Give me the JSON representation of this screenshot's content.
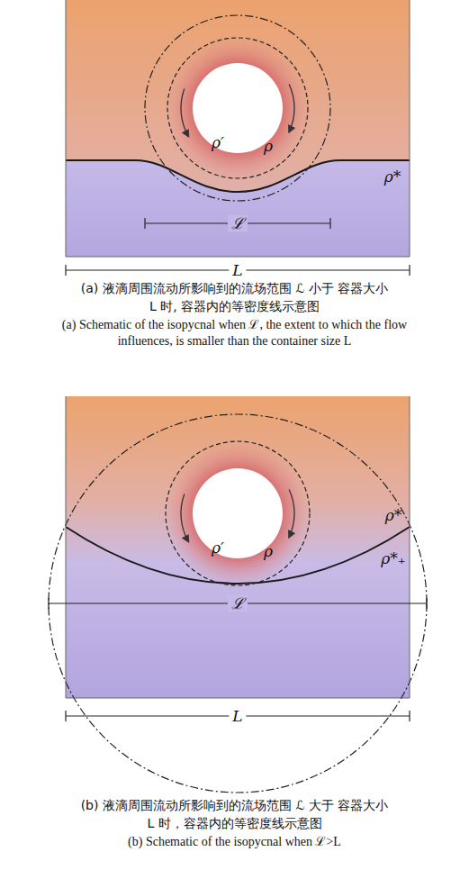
{
  "diagram": {
    "labels": [
      "ρ′",
      "ρ",
      "ρ*",
      "ℒ",
      "L",
      "(a) 液滴周围流动所影响到的流场范围 ℒ 小于 容器大小 L 时, 容器内的等密度线示意图",
      "(a) Schematic of the isopycnal when ℒ, the extent to which the flow influences, is smaller than the container size L",
      "ρ′",
      "ρ",
      "ρ*",
      "ρ*₊",
      "ℒ",
      "L",
      "(b) 液滴周围流动所影响到的流场范围 ℒ 大于 容器大小 L 时，容器内的等密度线示意图",
      "(b) Schematic of the isopycnal when ℒ>L"
    ]
  }
}
